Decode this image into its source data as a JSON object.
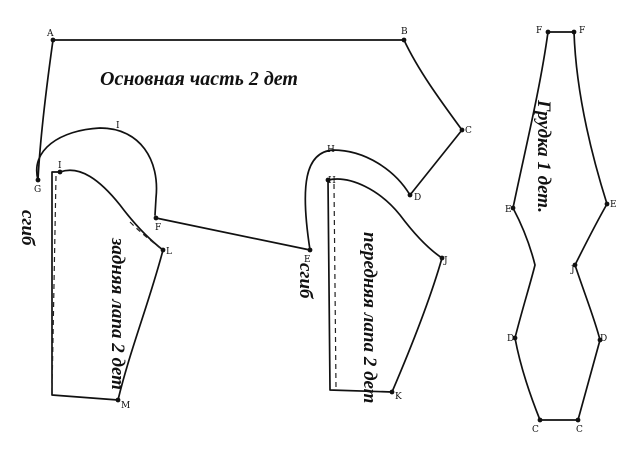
{
  "labels": {
    "main_part": "Основная часть 2 дет",
    "back_paw": "задняя лапа 2 дет",
    "front_paw": "передняя лапа 2 дет",
    "chest": "Грудка 1 дет.",
    "fold": "сгиб"
  },
  "points": {
    "A": "A",
    "B": "B",
    "C": "C",
    "D": "D",
    "G": "G",
    "I": "I",
    "F": "F",
    "E": "E",
    "L": "L",
    "M": "M",
    "H": "H",
    "J": "J",
    "K": "K"
  }
}
